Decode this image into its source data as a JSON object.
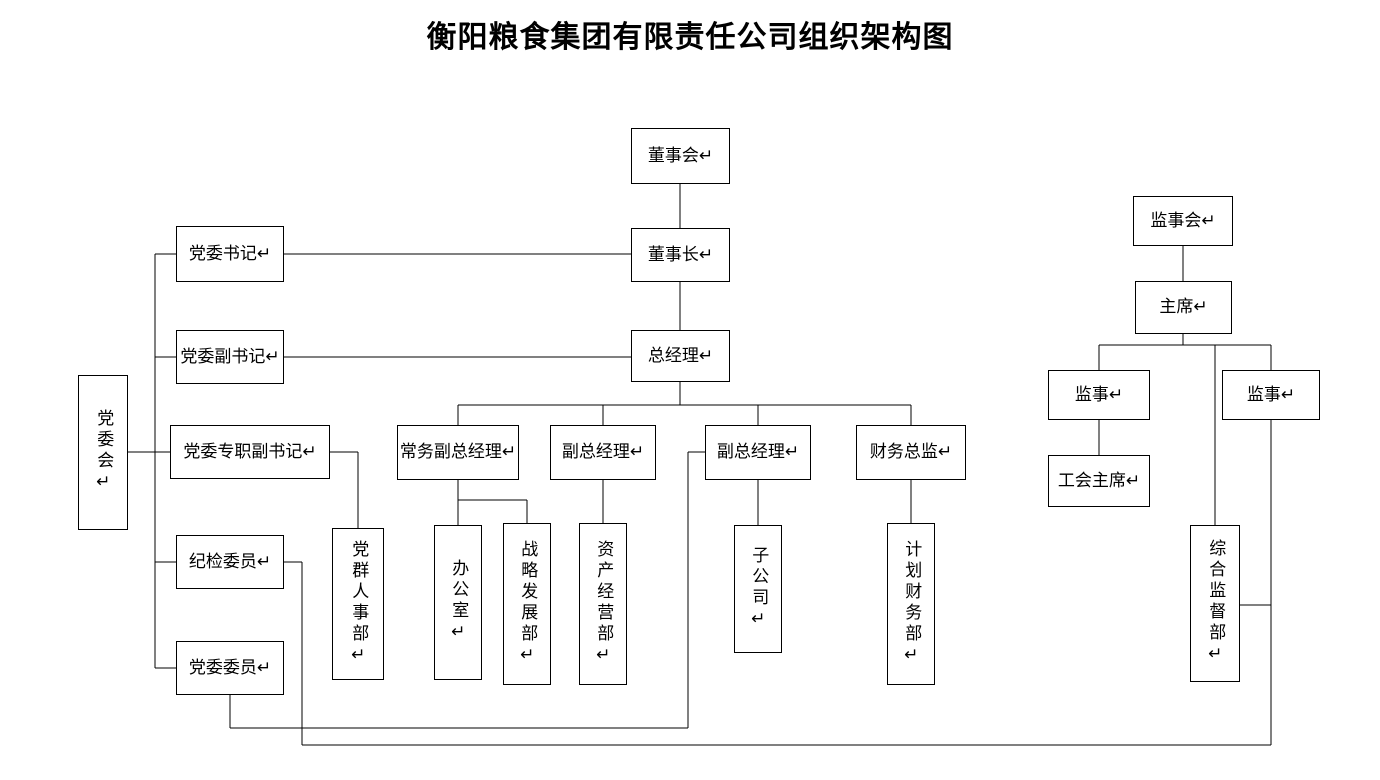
{
  "title": "衡阳粮食集团有限责任公司组织架构图",
  "nodes": {
    "board": {
      "label": "董事会↵"
    },
    "chairman": {
      "label": "董事长↵"
    },
    "gm": {
      "label": "总经理↵"
    },
    "party_secretary": {
      "label": "党委书记↵"
    },
    "deputy_party_secretary": {
      "label": "党委副书记↵"
    },
    "fulltime_deputy_party_secretary": {
      "label": "党委专职副书记↵"
    },
    "discipline_member": {
      "label": "纪检委员↵"
    },
    "committee_member": {
      "label": "党委委员↵"
    },
    "party_committee": {
      "label": "党委会↵"
    },
    "party_mass_personnel": {
      "label": "党群人事部↵"
    },
    "exec_deputy_gm": {
      "label": "常务副总经理↵"
    },
    "deputy_gm_1": {
      "label": "副总经理↵"
    },
    "deputy_gm_2": {
      "label": "副总经理↵"
    },
    "cfo": {
      "label": "财务总监↵"
    },
    "office": {
      "label": "办公室↵"
    },
    "strategic_dev": {
      "label": "战略发展部↵"
    },
    "asset_mgmt": {
      "label": "资产经营部↵"
    },
    "subsidiary": {
      "label": "子公司↵"
    },
    "planning_finance": {
      "label": "计划财务部↵"
    },
    "supervisory_board": {
      "label": "监事会↵"
    },
    "supervisory_chairman": {
      "label": "主席↵"
    },
    "supervisor_left": {
      "label": "监事↵"
    },
    "supervisor_right": {
      "label": "监事↵"
    },
    "union_chairman": {
      "label": "工会主席↵"
    },
    "comprehensive_supervision": {
      "label": "综合监督部↵"
    }
  }
}
